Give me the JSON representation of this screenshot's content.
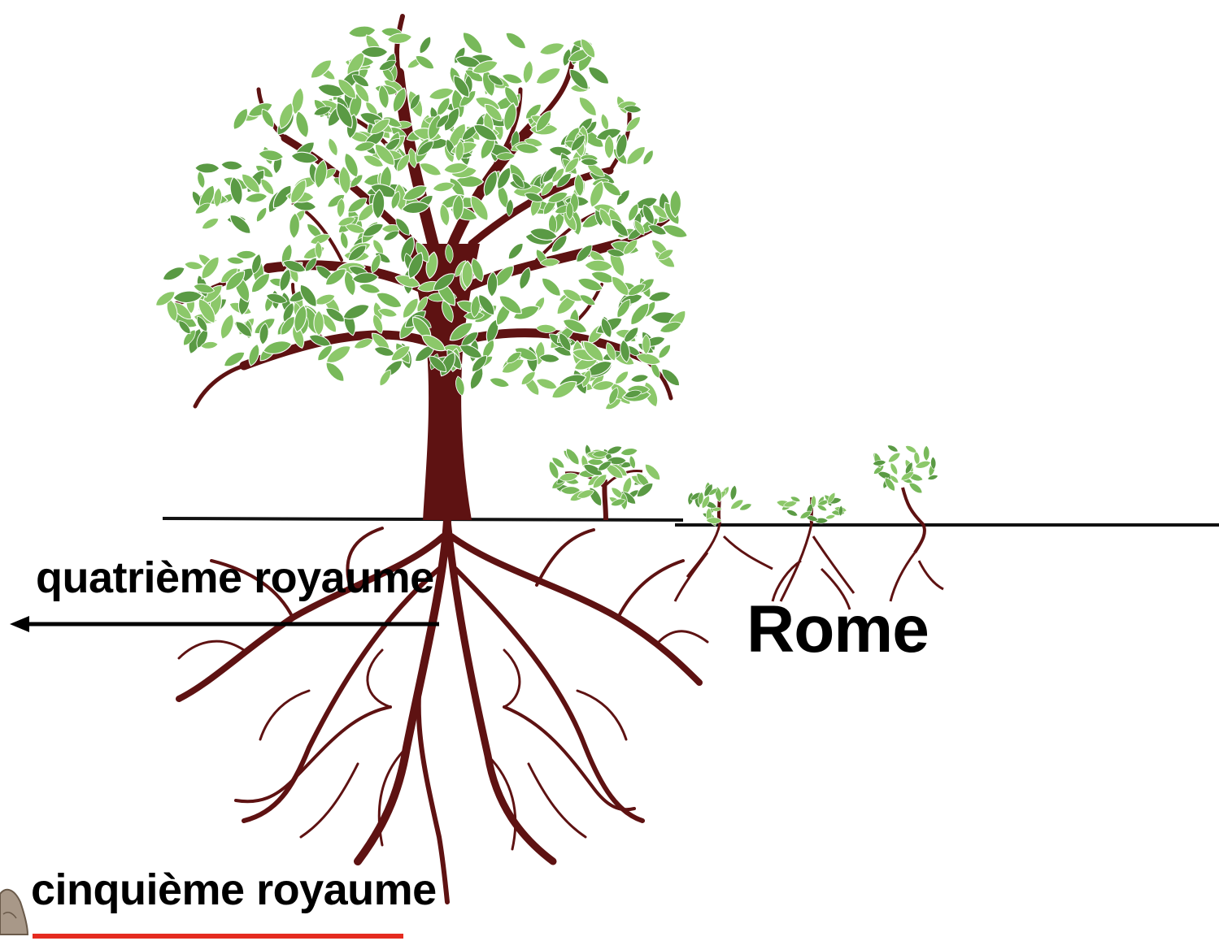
{
  "labels": {
    "fourth_kingdom": "quatrième royaume",
    "rome": "Rome",
    "fifth_kingdom": "cinquième royaume"
  },
  "colors": {
    "trunk": "#5e1212",
    "leaf": "#78b95a",
    "leaf_dark": "#5a9a44",
    "ground_line": "#111111",
    "arrow": "#000000",
    "underline": "#e52b20",
    "stone": "#a89888"
  },
  "icons": {
    "main_tree": "tree-with-roots-illustration",
    "saplings": "small-tree-illustration",
    "arrow": "arrow-left-icon",
    "stone": "stone-icon"
  }
}
